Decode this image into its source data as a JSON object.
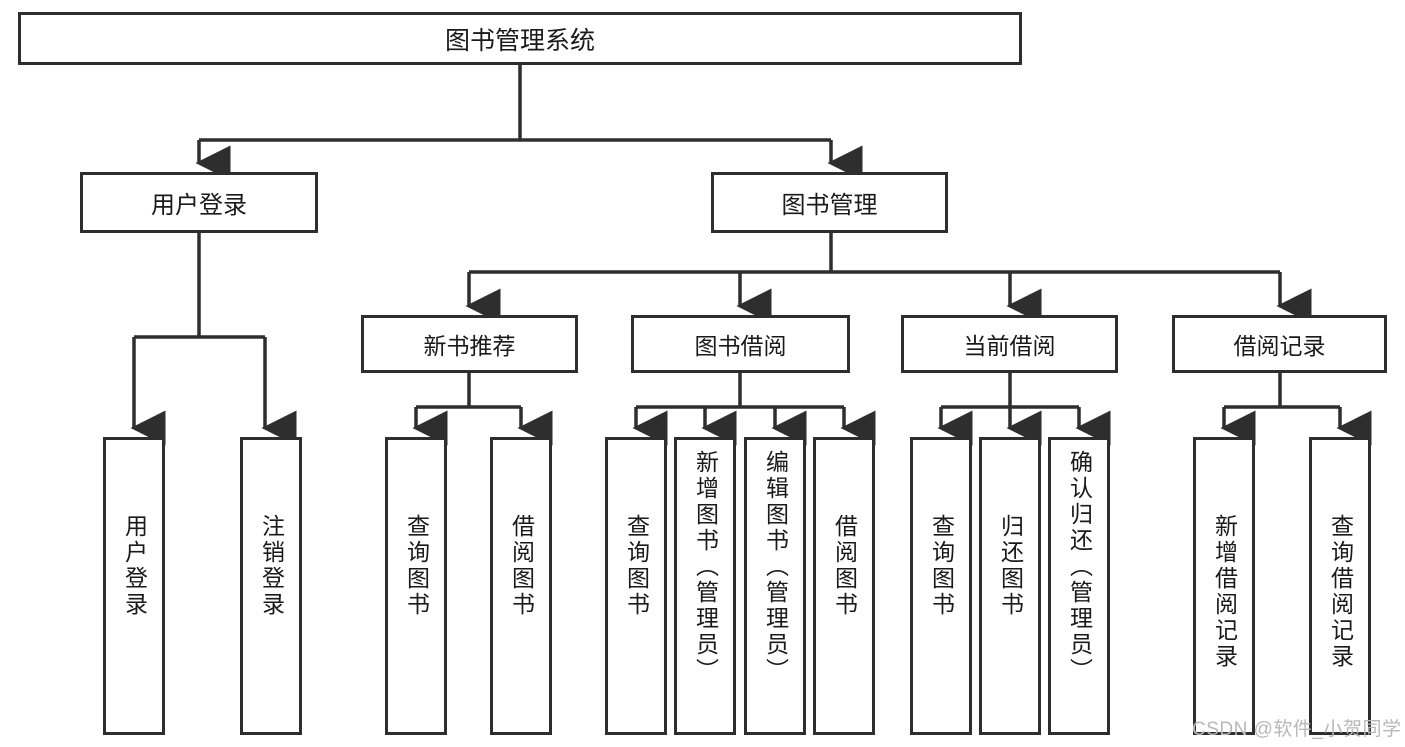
{
  "diagram": {
    "title": "图书管理系统",
    "root": {
      "label": "图书管理系统"
    },
    "level1": [
      {
        "label": "用户登录"
      },
      {
        "label": "图书管理"
      }
    ],
    "level2": [
      {
        "label": "新书推荐"
      },
      {
        "label": "图书借阅"
      },
      {
        "label": "当前借阅"
      },
      {
        "label": "借阅记录"
      }
    ],
    "leaves": [
      {
        "label": "用户登录"
      },
      {
        "label": "注销登录"
      },
      {
        "label": "查询图书"
      },
      {
        "label": "借阅图书"
      },
      {
        "label": "查询图书"
      },
      {
        "label": "新增图书（管理员）"
      },
      {
        "label": "编辑图书（管理员）"
      },
      {
        "label": "借阅图书"
      },
      {
        "label": "查询图书"
      },
      {
        "label": "归还图书"
      },
      {
        "label": "确认归还（管理员）"
      },
      {
        "label": "新增借阅记录"
      },
      {
        "label": "查询借阅记录"
      }
    ]
  },
  "watermark": {
    "text": "CSDN @软件_小贺同学"
  },
  "colors": {
    "stroke": "#2e2e2e",
    "background": "#ffffff",
    "text": "#1a1a1a",
    "watermark": "#b8b8b8"
  },
  "chart_data": {
    "type": "diagram",
    "subtype": "tree-hierarchy",
    "title": "图书管理系统",
    "orientation": "top-down",
    "nodes": [
      {
        "id": "n0",
        "label": "图书管理系统",
        "level": 0
      },
      {
        "id": "n1",
        "label": "用户登录",
        "level": 1
      },
      {
        "id": "n2",
        "label": "图书管理",
        "level": 1
      },
      {
        "id": "n3",
        "label": "新书推荐",
        "level": 2
      },
      {
        "id": "n4",
        "label": "图书借阅",
        "level": 2
      },
      {
        "id": "n5",
        "label": "当前借阅",
        "level": 2
      },
      {
        "id": "n6",
        "label": "借阅记录",
        "level": 2
      },
      {
        "id": "n7",
        "label": "用户登录",
        "level": 3
      },
      {
        "id": "n8",
        "label": "注销登录",
        "level": 3
      },
      {
        "id": "n9",
        "label": "查询图书",
        "level": 3
      },
      {
        "id": "n10",
        "label": "借阅图书",
        "level": 3
      },
      {
        "id": "n11",
        "label": "查询图书",
        "level": 3
      },
      {
        "id": "n12",
        "label": "新增图书（管理员）",
        "level": 3
      },
      {
        "id": "n13",
        "label": "编辑图书（管理员）",
        "level": 3
      },
      {
        "id": "n14",
        "label": "借阅图书",
        "level": 3
      },
      {
        "id": "n15",
        "label": "查询图书",
        "level": 3
      },
      {
        "id": "n16",
        "label": "归还图书",
        "level": 3
      },
      {
        "id": "n17",
        "label": "确认归还（管理员）",
        "level": 3
      },
      {
        "id": "n18",
        "label": "新增借阅记录",
        "level": 3
      },
      {
        "id": "n19",
        "label": "查询借阅记录",
        "level": 3
      }
    ],
    "edges": [
      [
        "n0",
        "n1"
      ],
      [
        "n0",
        "n2"
      ],
      [
        "n1",
        "n7"
      ],
      [
        "n1",
        "n8"
      ],
      [
        "n2",
        "n3"
      ],
      [
        "n2",
        "n4"
      ],
      [
        "n2",
        "n5"
      ],
      [
        "n2",
        "n6"
      ],
      [
        "n3",
        "n9"
      ],
      [
        "n3",
        "n10"
      ],
      [
        "n4",
        "n11"
      ],
      [
        "n4",
        "n12"
      ],
      [
        "n4",
        "n13"
      ],
      [
        "n4",
        "n14"
      ],
      [
        "n5",
        "n15"
      ],
      [
        "n5",
        "n16"
      ],
      [
        "n5",
        "n17"
      ],
      [
        "n6",
        "n18"
      ],
      [
        "n6",
        "n19"
      ]
    ]
  }
}
